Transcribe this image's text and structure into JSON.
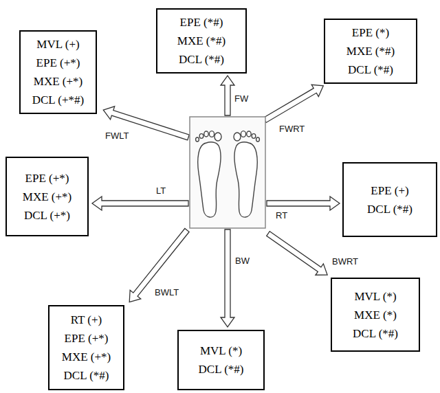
{
  "diagram": {
    "nodes": [
      {
        "text": [
          "MVL (+)",
          "EPE (+*)",
          "MXE (+*)",
          "DCL (+*#)"
        ]
      },
      {
        "text": [
          "EPE (*#)",
          "MXE (*#)",
          "DCL (*#)"
        ]
      },
      {
        "text": [
          "EPE (*)",
          "MXE (*#)",
          "DCL (*#)"
        ]
      },
      {
        "text": [
          "EPE (+*)",
          "MXE (+*)",
          "DCL (+*)"
        ]
      },
      {
        "text": [
          "EPE (+)",
          "DCL (*#)"
        ]
      },
      {
        "text": [
          "RT (+)",
          "EPE (+*)",
          "MXE (+*)",
          "DCL (*#)"
        ]
      },
      {
        "text": [
          "MVL (*)",
          "DCL (*#)"
        ]
      },
      {
        "text": [
          "MVL (*)",
          "MXE (*)",
          "DCL (*#)"
        ]
      }
    ],
    "labels": [
      "FW",
      "FWRT",
      "RT",
      "BWRT",
      "BW",
      "BWLT",
      "LT",
      "FWLT"
    ]
  }
}
